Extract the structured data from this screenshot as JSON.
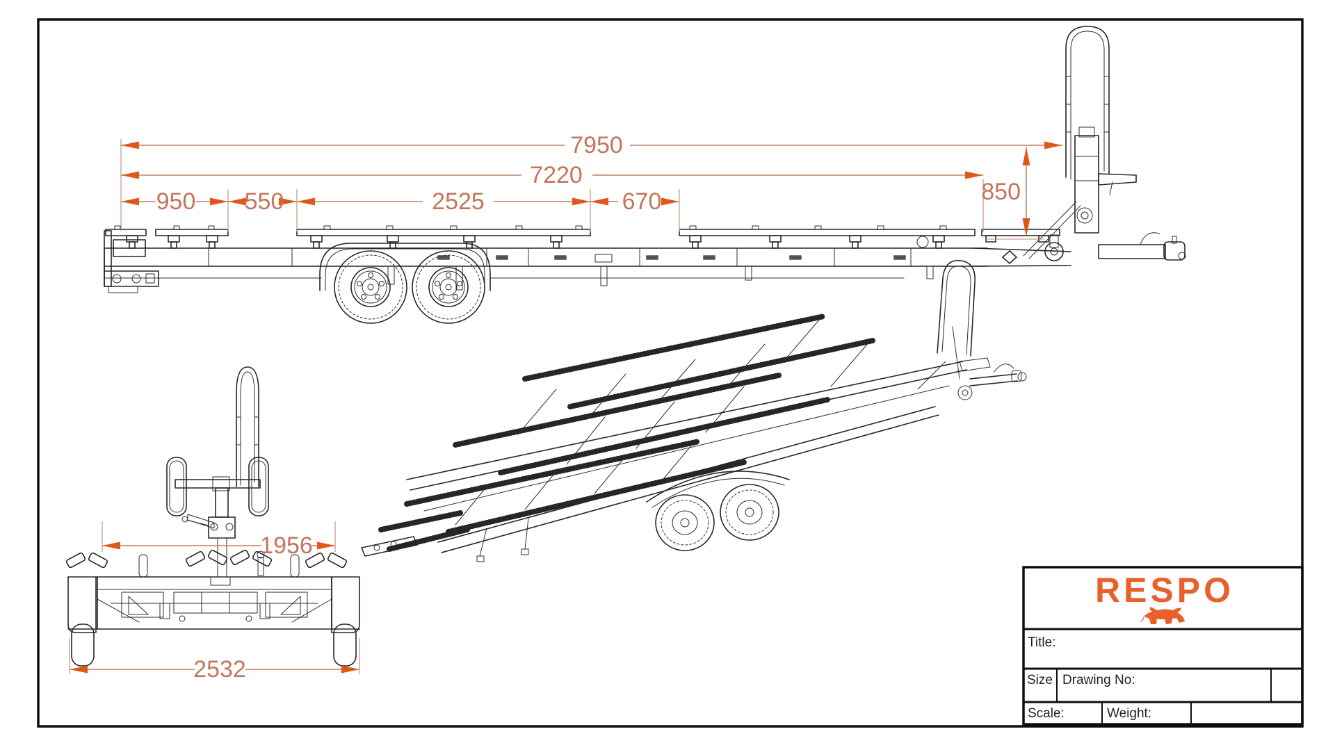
{
  "sheet": {
    "background": "#ffffff",
    "border_color": "#0e0e0e"
  },
  "colors": {
    "linework": "#262626",
    "dimension_line": "#b98168",
    "dimension_arrow": "#e0571a",
    "dimension_text": "#c4755c",
    "brand_orange": "#e8602c"
  },
  "dims": {
    "overall_length": {
      "value": "7950"
    },
    "frame_length": {
      "value": "7220"
    },
    "rear_overhang": {
      "value": "950"
    },
    "rear_gap": {
      "value": "550"
    },
    "mid_bunk": {
      "value": "2525"
    },
    "bunk_gap": {
      "value": "670"
    },
    "mast_height": {
      "value": "850"
    },
    "inner_width": {
      "value": "1956"
    },
    "overall_width": {
      "value": "2532"
    }
  },
  "title_block": {
    "brand": "RESPO",
    "title_label": "Title:",
    "size_label": "Size",
    "drawing_no_label": "Drawing No:",
    "scale_label": "Scale:",
    "weight_label": "Weight:",
    "title_value": "",
    "size_value": "",
    "drawing_no_value": "",
    "scale_value": "",
    "weight_value": ""
  }
}
